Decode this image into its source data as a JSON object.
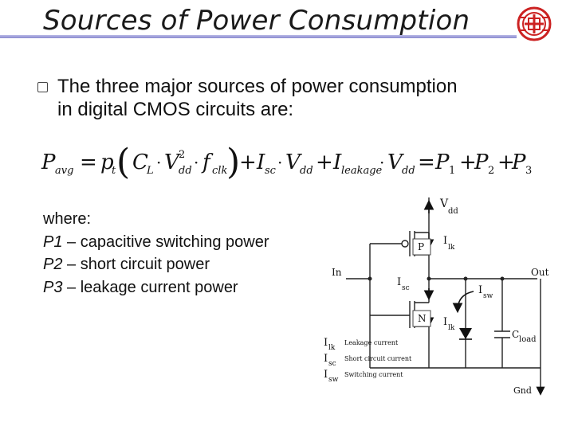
{
  "title": "Sources of Power Consumption",
  "bullet": {
    "line1": "The three major sources of power consumption",
    "line2": "in digital CMOS circuits are:"
  },
  "formula": {
    "pavg": "P",
    "pavg_sub": "avg",
    "pt": "p",
    "pt_sub": "t",
    "cl": "C",
    "cl_sub": "L",
    "vdd": "V",
    "vdd_sub": "dd",
    "vdd_sup": "2",
    "fclk": "f",
    "fclk_sub": "clk",
    "isc": "I",
    "isc_sub": "sc",
    "ileak": "I",
    "ileak_sub": "leakage",
    "p1": "P",
    "p1_sub": "1",
    "p2": "P",
    "p2_sub": "2",
    "p3": "P",
    "p3_sub": "3"
  },
  "where": {
    "label": "where:",
    "items": [
      {
        "sym": "P1",
        "desc": " – capacitive switching power"
      },
      {
        "sym": "P2",
        "desc": " – short circuit power"
      },
      {
        "sym": "P3",
        "desc": " – leakage current power"
      }
    ]
  },
  "circuit": {
    "vdd": "V",
    "vdd_sub": "dd",
    "in": "In",
    "out": "Out",
    "gnd": "Gnd",
    "pmos": "P",
    "nmos": "N",
    "ilk": "I",
    "ilk_sub": "lk",
    "isc": "I",
    "isc_sub": "sc",
    "isw": "I",
    "isw_sub": "sw",
    "cload": "C",
    "cload_sub": "load",
    "legend": [
      {
        "sym": "I",
        "sub": "lk",
        "desc": "Leakage current"
      },
      {
        "sym": "I",
        "sub": "sc",
        "desc": "Short circuit current"
      },
      {
        "sym": "I",
        "sub": "sw",
        "desc": "Switching current"
      }
    ]
  },
  "colors": {
    "title_rule": "#8a8ad0",
    "logo_red": "#cc2222"
  }
}
